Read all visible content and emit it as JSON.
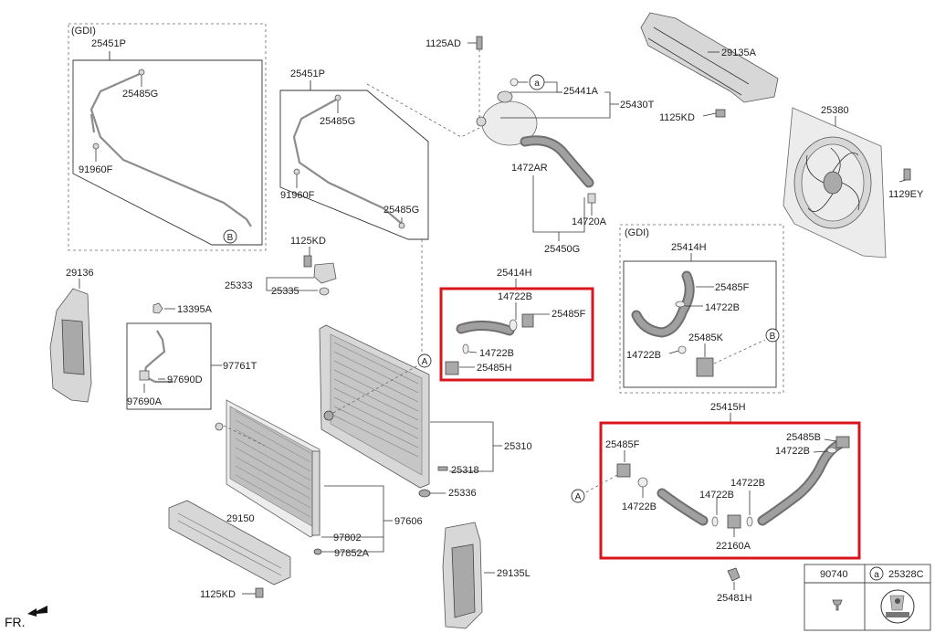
{
  "labels": {
    "gdi_left": "(GDI)",
    "gdi_right": "(GDI)",
    "p25451P_a": "25451P",
    "p25485G_a": "25485G",
    "p91960F_a": "91960F",
    "p25451P_b": "25451P",
    "p25485G_b": "25485G",
    "p91960F_b": "91960F",
    "p25485G_c": "25485G",
    "p1125AD": "1125AD",
    "p25441A": "25441A",
    "p25430T": "25430T",
    "p1472AR": "1472AR",
    "p14720A": "14720A",
    "p25450G": "25450G",
    "p29135A": "29135A",
    "p1125KD_a": "1125KD",
    "p25380": "25380",
    "p1129EY": "1129EY",
    "p1125KD_b": "1125KD",
    "p25333": "25333",
    "p25335": "25335",
    "p29136": "29136",
    "p13395A": "13395A",
    "p97761T": "97761T",
    "p97690D": "97690D",
    "p97690A": "97690A",
    "p25414H_a": "25414H",
    "p14722B_a": "14722B",
    "p25485F_a": "25485F",
    "p14722B_b": "14722B",
    "p25485H": "25485H",
    "p25414H_b": "25414H",
    "p25485F_b": "25485F",
    "p14722B_c": "14722B",
    "p25485K": "25485K",
    "p14722B_d": "14722B",
    "p25415H": "25415H",
    "p25485F_c": "25485F",
    "p25485B": "25485B",
    "p14722B_e": "14722B",
    "p14722B_f": "14722B",
    "p14722B_g": "14722B",
    "p14722B_h": "14722B",
    "p22160A": "22160A",
    "p25310": "25310",
    "p25318": "25318",
    "p25336": "25336",
    "p97606": "97606",
    "p97802": "97802",
    "p97852A": "97852A",
    "p29150": "29150",
    "p1125KD_c": "1125KD",
    "p29135L": "29135L",
    "p25481H": "25481H",
    "p90740": "90740",
    "p25328C": "25328C",
    "fr": "FR."
  },
  "callouts": {
    "a": "a",
    "b": "B",
    "A": "A"
  }
}
